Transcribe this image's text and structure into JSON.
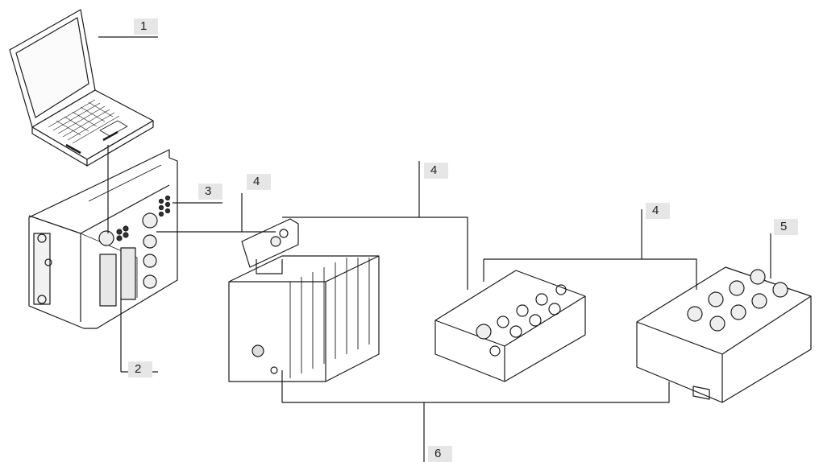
{
  "callouts": {
    "c1": "1",
    "c2": "2",
    "c3": "3",
    "c4a": "4",
    "c4b": "4",
    "c4c": "4",
    "c5": "5",
    "c6": "6"
  }
}
